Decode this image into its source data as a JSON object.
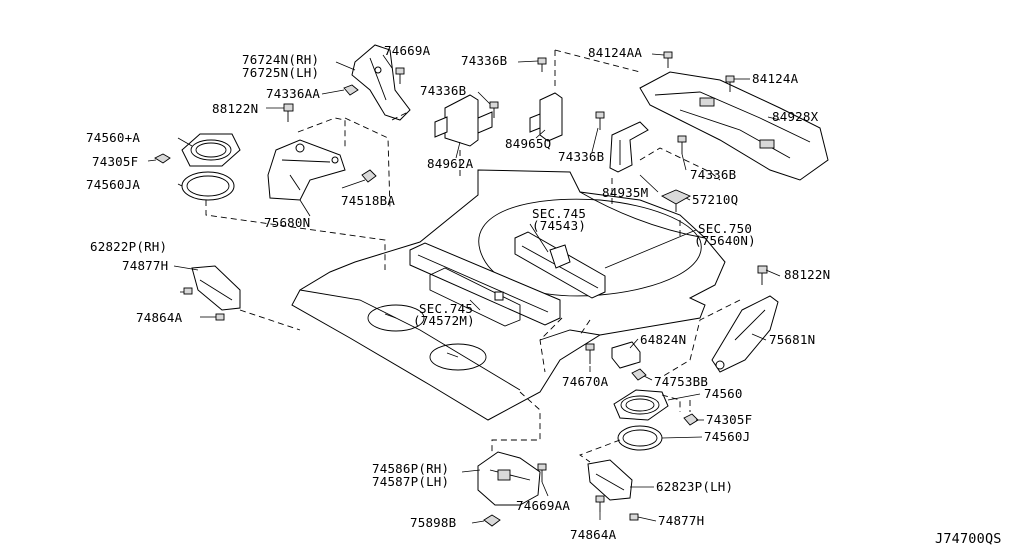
{
  "diagram_code": "J74700QS",
  "labels": {
    "l76724": "76724N(RH)",
    "l76725": "76725N(LH)",
    "l74669a": "74669A",
    "l74336aa": "74336AA",
    "l88122n_a": "88122N",
    "l74560a": "74560+A",
    "l74305f_a": "74305F",
    "l74560ja": "74560JA",
    "l75680n": "75680N",
    "l74518ba": "74518BA",
    "l74336b_1": "74336B",
    "l74336b_2": "74336B",
    "l84962a": "84962A",
    "l84965q": "84965Q",
    "l74336b_3": "74336B",
    "l84124aa": "84124AA",
    "l84124a": "84124A",
    "l84928x": "84928X",
    "l74336b_4": "74336B",
    "l84935m": "84935M",
    "l57210q": "57210Q",
    "l62822p": "62822P(RH)",
    "l74877h_a": "74877H",
    "l74864a_a": "74864A",
    "lsec745a_1": "SEC.745",
    "lsec745a_2": "(74543)",
    "lsec750_1": "SEC.750",
    "lsec750_2": "(75640N)",
    "l88122n_b": "88122N",
    "lsec745b_1": "SEC.745",
    "lsec745b_2": "(74572M)",
    "l64824n": "64824N",
    "l75681n": "75681N",
    "l74670a": "74670A",
    "l74753bb": "74753BB",
    "l74560": "74560",
    "l74305f_b": "74305F",
    "l74560j": "74560J",
    "l74586p": "74586P(RH)",
    "l74587p": "74587P(LH)",
    "l74669aa": "74669AA",
    "l62823p": "62823P(LH)",
    "l75898b": "75898B",
    "l74877h_b": "74877H",
    "l74864a_b": "74864A"
  }
}
